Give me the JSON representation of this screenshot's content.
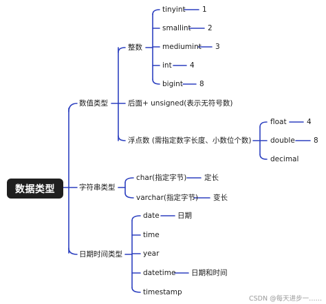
{
  "root": "数据类型",
  "branches": {
    "numeric": {
      "label": "数值类型",
      "integer": {
        "label": "整数",
        "items": [
          {
            "name": "tinyint",
            "value": "1"
          },
          {
            "name": "smallint",
            "value": "2"
          },
          {
            "name": "mediumint",
            "value": "3"
          },
          {
            "name": "int",
            "value": "4"
          },
          {
            "name": "bigint",
            "value": "8"
          }
        ]
      },
      "suffix": "后面+ unsigned(表示无符号数)",
      "float": {
        "label": "浮点数 (需指定数字长度、小数位个数)",
        "items": [
          {
            "name": "float",
            "value": "4"
          },
          {
            "name": "double",
            "value": "8"
          },
          {
            "name": "decimal",
            "value": ""
          }
        ]
      }
    },
    "string": {
      "label": "字符串类型",
      "items": [
        {
          "name": "char(指定字节)",
          "value": "定长"
        },
        {
          "name": "varchar(指定字节)",
          "value": "变长"
        }
      ]
    },
    "datetime": {
      "label": "日期时间类型",
      "items": [
        {
          "name": "date",
          "value": "日期"
        },
        {
          "name": "time",
          "value": ""
        },
        {
          "name": "year",
          "value": ""
        },
        {
          "name": "datetime",
          "value": "日期和时间"
        },
        {
          "name": "timestamp",
          "value": ""
        }
      ]
    }
  },
  "colors": {
    "line": "#2b3fbf",
    "root_bg": "#1f1f1f",
    "text": "#1a1a1a"
  },
  "watermark": "CSDN @每天进步一……"
}
